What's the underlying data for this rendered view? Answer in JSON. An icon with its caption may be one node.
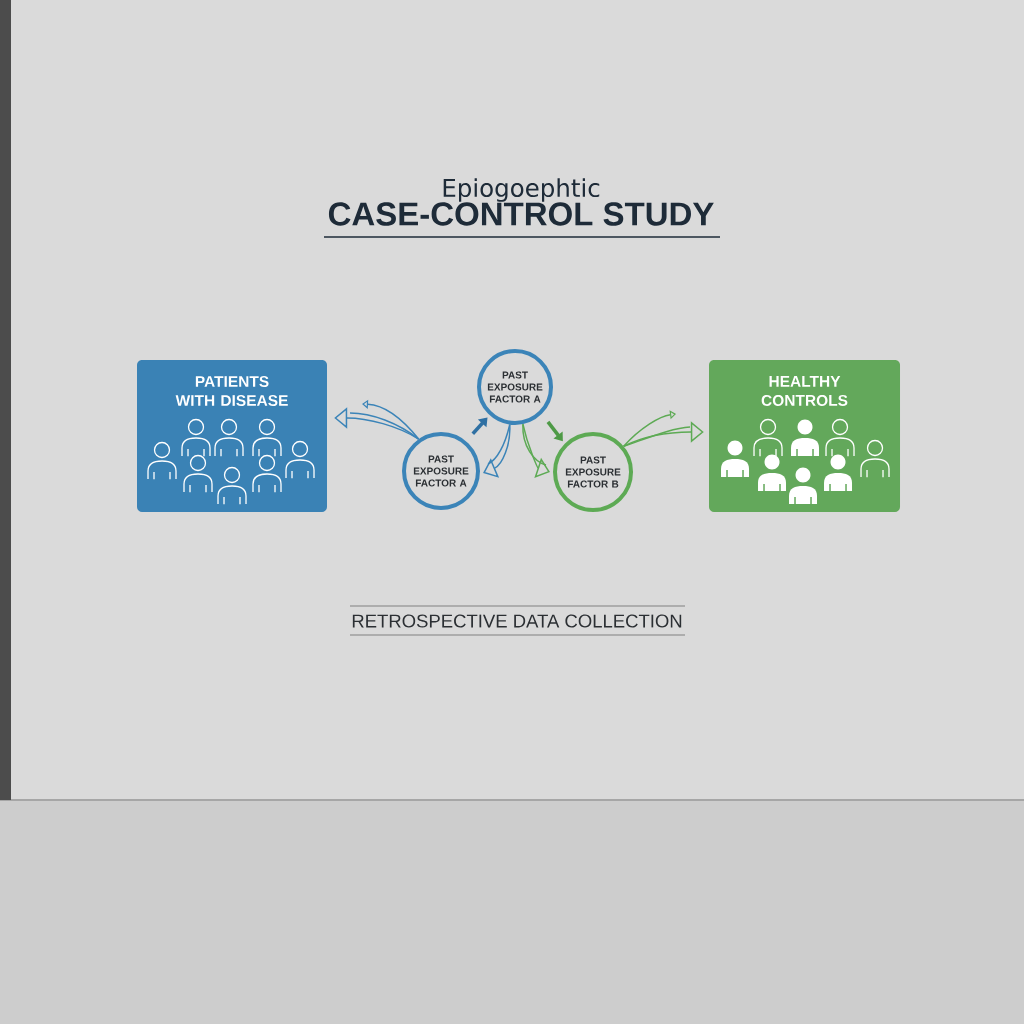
{
  "diagram": {
    "title": "CASE-CONTROL STUDY",
    "nodes": [
      {
        "text": [
          "PATIENTS WITH DISEASE"
        ]
      },
      {
        "text": [
          "PAST EXPOSURE FACTOR A"
        ]
      },
      {
        "text": [
          "PAST EXPOSURE FACTOR A"
        ]
      },
      {
        "text": [
          "PAST EXPOSURE FACTOR B"
        ]
      },
      {
        "text": [
          "HEALTHY CONTROLS"
        ]
      }
    ],
    "edges": [
      {
        "from": 2,
        "to": 0,
        "arrow": "to",
        "color": "#3b84b8"
      },
      {
        "from": 2,
        "to": 1,
        "arrow": "to",
        "style": "thick",
        "color": "#2f70a3"
      },
      {
        "from": 1,
        "to": 2,
        "arrow": "to",
        "color": "#3b84b8"
      },
      {
        "from": 1,
        "to": 3,
        "arrow": "to",
        "style": "thick",
        "color": "#4e9a46"
      },
      {
        "from": 1,
        "to": 3,
        "arrow": "to",
        "color": "#5daa54"
      },
      {
        "from": 3,
        "to": 4,
        "arrow": "to",
        "color": "#5daa54"
      }
    ],
    "labels": [
      "Epiogoephtic",
      "RETROSPECTIVE DATA COLLECTION"
    ]
  }
}
